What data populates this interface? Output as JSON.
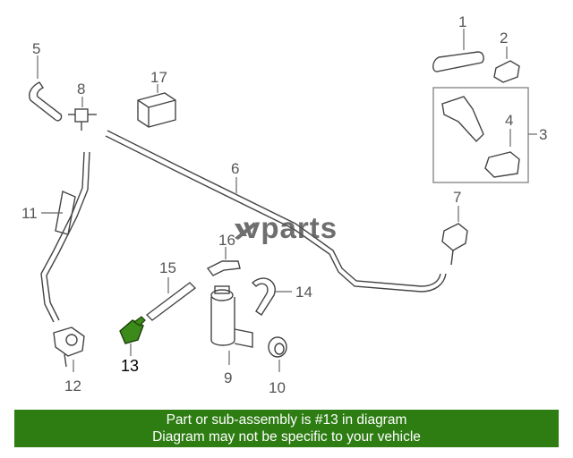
{
  "callouts": {
    "c1": "1",
    "c2": "2",
    "c3": "3",
    "c4": "4",
    "c5": "5",
    "c6": "6",
    "c7": "7",
    "c8": "8",
    "c9": "9",
    "c10": "10",
    "c11": "11",
    "c12": "12",
    "c13": "13",
    "c14": "14",
    "c15": "15",
    "c16": "16",
    "c17": "17"
  },
  "highlighted_part": "13",
  "watermark": {
    "text": "vparts"
  },
  "banner": {
    "line1": "Part or sub-assembly is #13 in diagram",
    "line2": "Diagram may not be specific to your vehicle",
    "color": "#2e7d13"
  },
  "colors": {
    "highlight": "#3c8a1a",
    "banner": "#2e7d13"
  }
}
